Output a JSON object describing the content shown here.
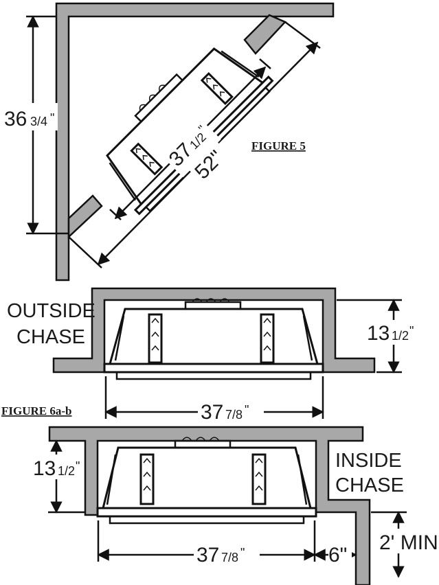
{
  "figure5": {
    "label": "FIGURE 5",
    "dim_height": {
      "whole": "36",
      "frac": "3/4",
      "unit": "\""
    },
    "dim_front": {
      "whole": "37",
      "frac": "1/2",
      "unit": "\""
    },
    "dim_diag": {
      "text": "52\""
    }
  },
  "figure6": {
    "label": "FIGURE 6a-b",
    "outside": {
      "label_line1": "OUTSIDE",
      "label_line2": "CHASE",
      "dim_depth": {
        "whole": "13",
        "frac": "1/2",
        "unit": "\""
      },
      "dim_width": {
        "whole": "37",
        "frac": "7/8",
        "unit": "\""
      }
    },
    "inside": {
      "label_line1": "INSIDE",
      "label_line2": "CHASE",
      "dim_depth": {
        "whole": "13",
        "frac": "1/2",
        "unit": "\""
      },
      "dim_width": {
        "whole": "37",
        "frac": "7/8",
        "unit": "\""
      },
      "dim_gap": "6\"",
      "dim_min": "2' MIN."
    }
  }
}
